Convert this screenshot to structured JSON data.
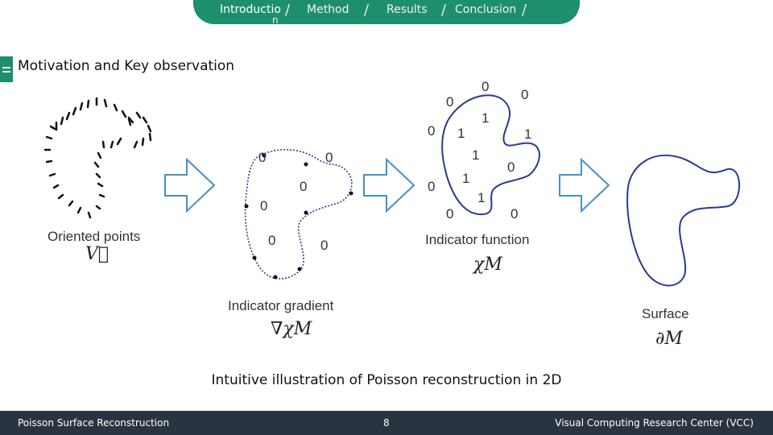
{
  "nav": {
    "items": [
      {
        "label": "Introductio",
        "wrap": "n"
      },
      {
        "label": "Method"
      },
      {
        "label": "Results"
      },
      {
        "label": "Conclusion"
      }
    ]
  },
  "section": {
    "title": "Motivation and Key observation"
  },
  "figure": {
    "stage1": {
      "label": "Oriented points",
      "symbol": "V⃗"
    },
    "stage2": {
      "label": "Indicator gradient",
      "symbol": "∇χM"
    },
    "stage3": {
      "label": "Indicator function",
      "symbol": "χM"
    },
    "stage4": {
      "label": "Surface",
      "symbol": "∂M"
    },
    "indicator_values": [
      "0",
      "0",
      "0",
      "1",
      "1",
      "1",
      "0",
      "1",
      "0",
      "1",
      "0",
      "0"
    ],
    "gradient_values": [
      "0",
      "0",
      "0",
      "0",
      "0"
    ],
    "caption": "Intuitive illustration of Poisson reconstruction in 2D"
  },
  "footer": {
    "left": "Poisson Surface Reconstruction",
    "page": "8",
    "right": "Visual Computing Research Center (VCC)"
  },
  "colors": {
    "accent": "#1e8f6e",
    "footer_bg": "#2a3441",
    "arrow_stroke": "#4a90c2",
    "curve": "#2b3a8f"
  }
}
